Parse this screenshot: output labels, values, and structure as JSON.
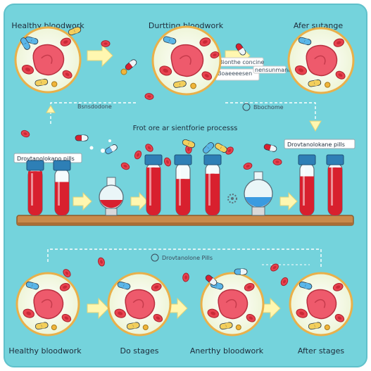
{
  "top_labels": [
    "Healthy bloodwork",
    "Durtting bloodwork",
    "Afer sutange"
  ],
  "bottom_labels": [
    "Healthy bloodwork",
    "Do stages",
    "Anerthy bloodwork",
    "After stages"
  ],
  "mid_labels": {
    "left_small": "Bsnsdodone",
    "right_small": "Bbochome",
    "process_title": "Frot ore ar sientforie processs",
    "left_pill_label": "Drovtanolokano pills",
    "right_pill_label": "Drovtanolokane pills",
    "middle_pill_label": "Drovtanolone Pills",
    "tag_a": "Bionthe concine",
    "tag_b": "Boaeeeesen",
    "tag_c": "nensunmanan"
  },
  "colors": {
    "background": "#74d3dc",
    "blood": "#d8202e",
    "cell": "#ee5a6c",
    "cap": "#2e7fb6",
    "shelf": "#c98a4b",
    "arrow": "#fff7b0"
  }
}
